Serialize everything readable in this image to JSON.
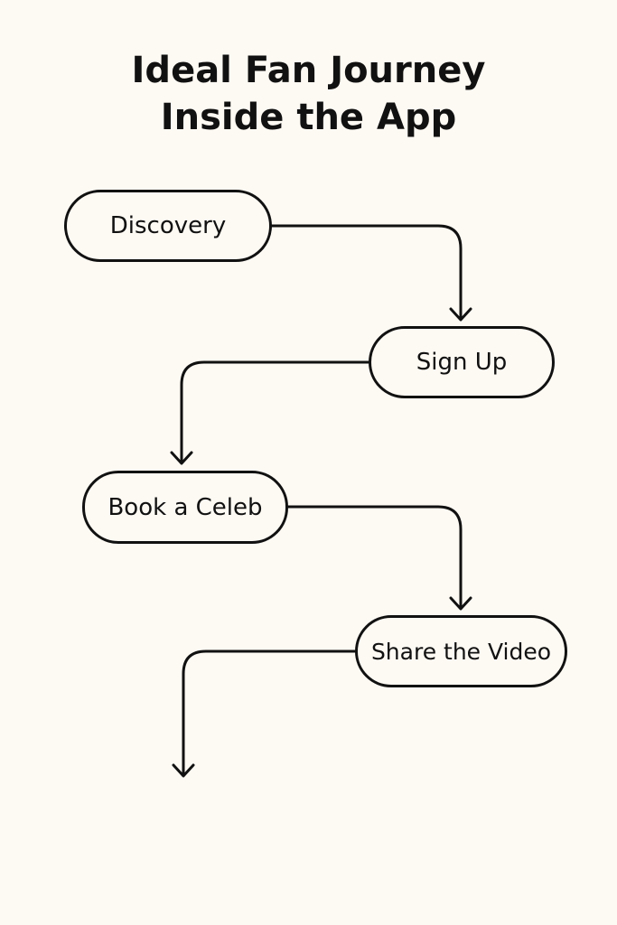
{
  "diagram": {
    "title_lines": [
      "Ideal Fan Journey",
      "Inside the App"
    ],
    "nodes": [
      {
        "id": "discovery",
        "label": "Discovery"
      },
      {
        "id": "sign-up",
        "label": "Sign Up"
      },
      {
        "id": "book-a-celeb",
        "label": "Book a Celeb"
      },
      {
        "id": "share-the-video",
        "label": "Share the Video"
      }
    ],
    "edges": [
      {
        "from": "discovery",
        "to": "sign-up"
      },
      {
        "from": "sign-up",
        "to": "book-a-celeb"
      },
      {
        "from": "book-a-celeb",
        "to": "share-the-video"
      },
      {
        "from": "share-the-video",
        "to": ""
      }
    ],
    "colors": {
      "background": "#fdf9f3",
      "stroke": "#111111",
      "text": "#111111"
    }
  }
}
